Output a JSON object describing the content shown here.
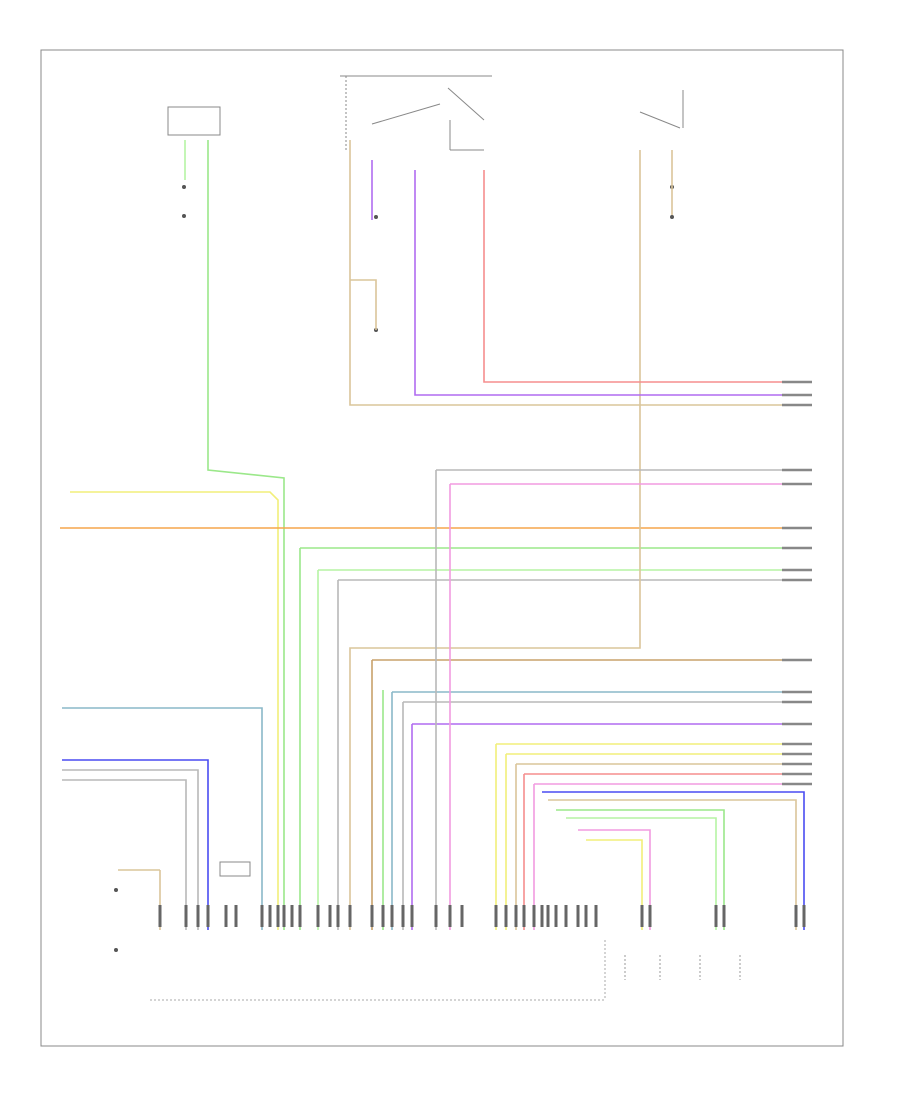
{
  "diagram": {
    "page_tag": "",
    "bottom_caption": ""
  },
  "components": {
    "top_left_unit": "",
    "top_center_switch": "",
    "top_right_switch": "",
    "center_ground": "",
    "bottom_left_ground": "",
    "bottom_mid_connector": "",
    "bottom_right_1": "",
    "bottom_right_2": "",
    "bottom_right_3": ""
  },
  "wire_colors": {
    "green": "#9be88a",
    "lightgreen": "#b6f3a4",
    "yellow": "#f2ef7a",
    "orange": "#f5a64b",
    "blue": "#4a4cf2",
    "violet": "#b06cf0",
    "pink": "#f29be0",
    "red": "#f58e8e",
    "tan": "#dac59a",
    "gray": "#b8b8b8",
    "teal": "#8ab8c8",
    "brown": "#c8a26b",
    "black": "#555555"
  },
  "right_terminals": [
    {
      "color": "red",
      "label": ""
    },
    {
      "color": "violet",
      "label": ""
    },
    {
      "color": "tan",
      "label": ""
    },
    {
      "color": "gray",
      "label": ""
    },
    {
      "color": "pink",
      "label": ""
    },
    {
      "color": "orange",
      "label": ""
    },
    {
      "color": "green",
      "label": ""
    },
    {
      "color": "lightgreen",
      "label": ""
    },
    {
      "color": "gray",
      "label": ""
    },
    {
      "color": "brown",
      "label": ""
    },
    {
      "color": "teal",
      "label": ""
    },
    {
      "color": "gray",
      "label": ""
    },
    {
      "color": "violet",
      "label": ""
    },
    {
      "color": "yellow",
      "label": ""
    },
    {
      "color": "yellow",
      "label": ""
    },
    {
      "color": "red",
      "label": ""
    },
    {
      "color": "pink",
      "label": ""
    },
    {
      "color": "blue",
      "label": ""
    }
  ],
  "left_terminals": [
    {
      "color": "yellow",
      "label": ""
    },
    {
      "color": "orange",
      "label": ""
    },
    {
      "color": "teal",
      "label": ""
    },
    {
      "color": "blue",
      "label": ""
    },
    {
      "color": "gray",
      "label": ""
    },
    {
      "color": "gray",
      "label": ""
    }
  ]
}
